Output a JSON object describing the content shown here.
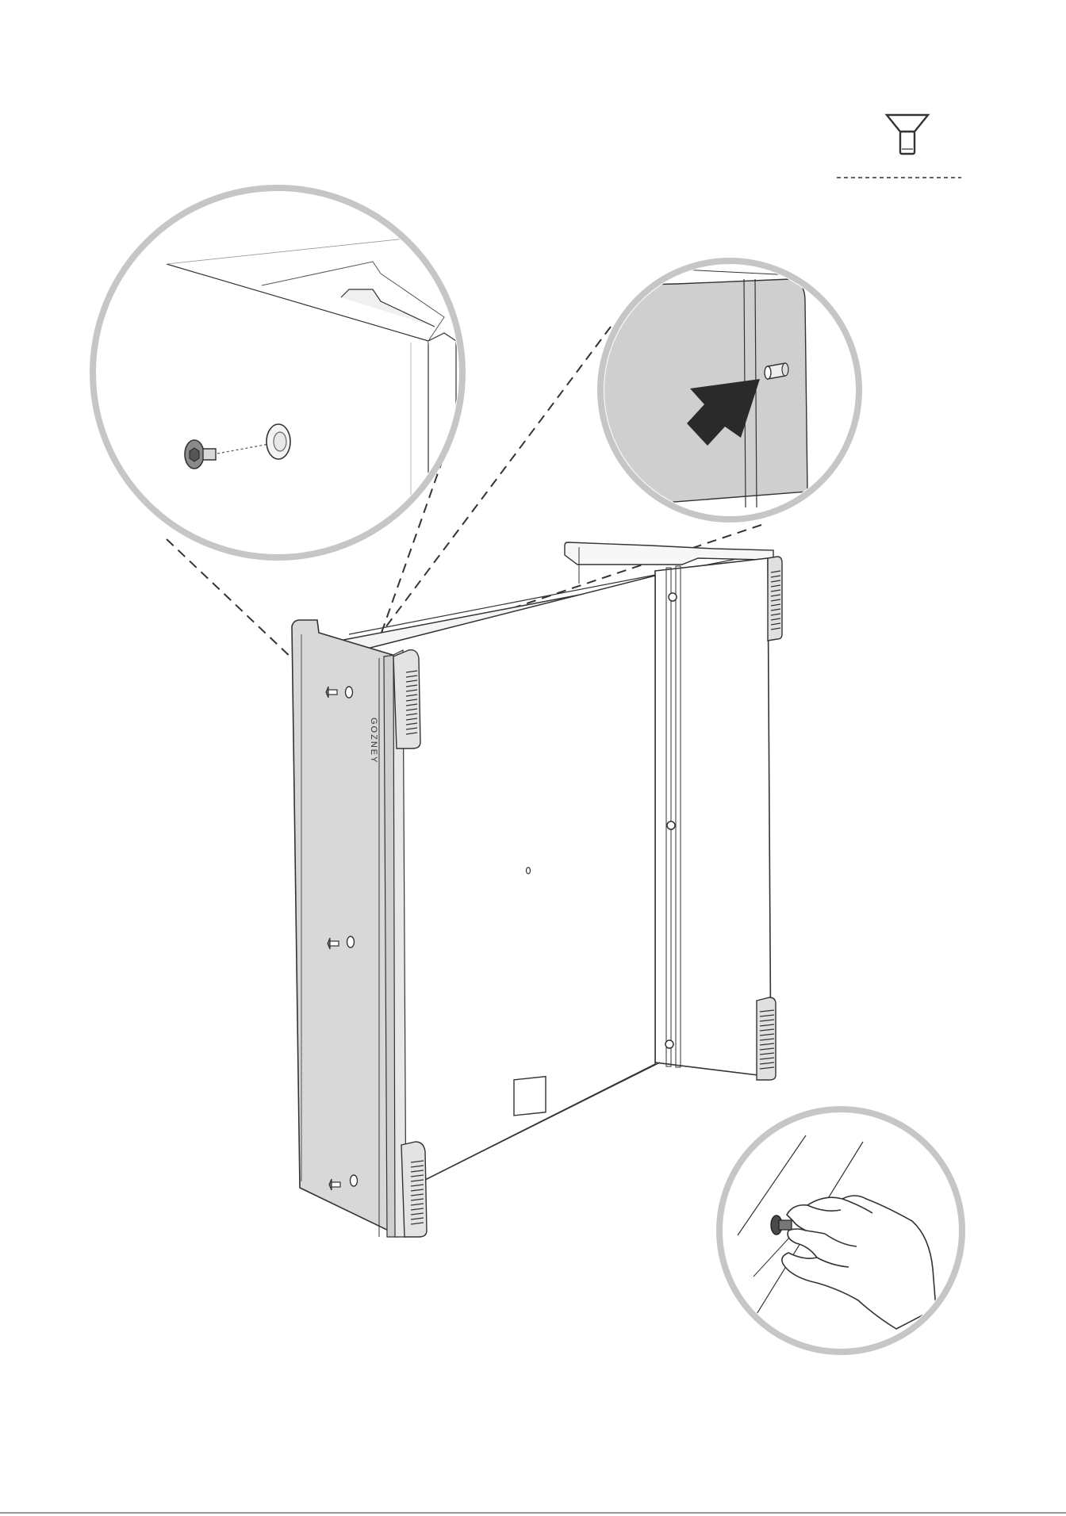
{
  "page": {
    "domain": "Diagram"
  },
  "hardware_legend": {
    "icon": "countersunk-screw-icon",
    "quantity": ""
  },
  "cabinet": {
    "brand_mark": "GOZNEY"
  },
  "callouts": [
    {
      "id": "detail-screw-insert",
      "icon": "countersunk-screw-icon"
    },
    {
      "id": "detail-pin-location",
      "icon": "arrow-pointer-icon"
    },
    {
      "id": "detail-hand-tighten",
      "icon": "hand-icon"
    }
  ],
  "colors": {
    "line": "#2b2b2b",
    "panel_fill": "#d8d8d8",
    "callout_fill": "#cfcfcf",
    "callout_ring": "#c8c8c8",
    "arrow": "#2a2a2a",
    "background": "#ffffff"
  }
}
